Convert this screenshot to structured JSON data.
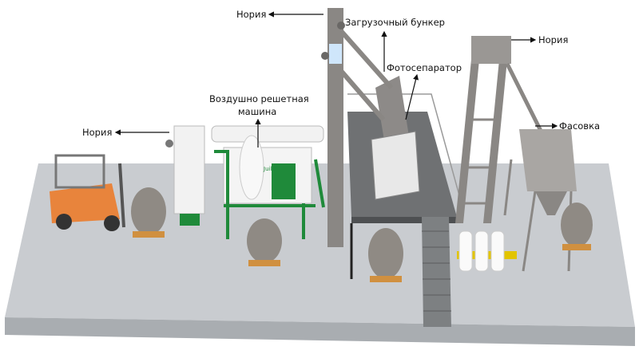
{
  "title": "Линия переработки зерна",
  "labels": {
    "elevator_top": "Нория",
    "loading_hopper": "Загрузочный бункер",
    "elevator_right": "Нория",
    "photo_separator": "Фотосепаратор",
    "air_screen_line1": "Воздушно решетная",
    "air_screen_line2": "машина",
    "elevator_left": "Нория",
    "packing": "Фасовка"
  },
  "machine_brand": "Juilie",
  "colors": {
    "floor": "#c9cccf",
    "green": "#1f8a3a",
    "forklift": "#e8843c",
    "metal": "#8a8784"
  }
}
